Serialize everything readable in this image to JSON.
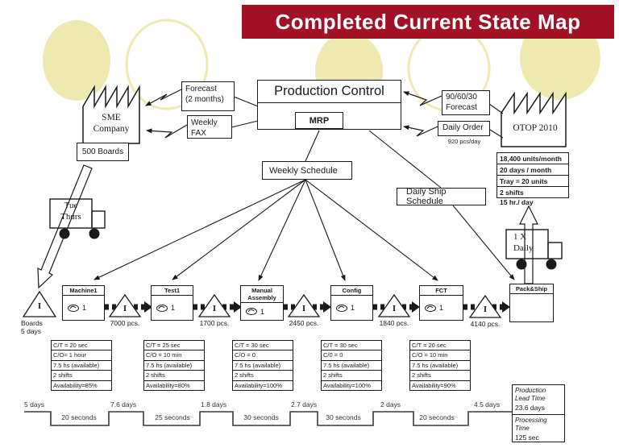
{
  "banner": {
    "title": "Completed Current State Map"
  },
  "colors": {
    "banner_bg": "#A21125",
    "banner_text": "#FFFFFF",
    "decor_circle": "#EDE9B0"
  },
  "supplier": {
    "name_l1": "SME",
    "name_l2": "Company",
    "boards": "500 Boards"
  },
  "customer": {
    "name": "OTOP 2010"
  },
  "info_left": {
    "forecast_l1": "Forecast",
    "forecast_l2": "(2 months)",
    "fax_l1": "Weekly",
    "fax_l2": "FAX"
  },
  "info_right": {
    "forecast_l1": "90/60/30",
    "forecast_l2": "Forecast",
    "daily_order": "Daily Order",
    "order_qty": "920 pcs/day"
  },
  "production_control": {
    "title": "Production Control",
    "mrp": "MRP"
  },
  "schedules": {
    "weekly": "Weekly Schedule",
    "daily_ship": "Daily Ship Schedule"
  },
  "trucks": {
    "left_l1": "Tue",
    "left_l2": "Thurs",
    "right_l1": "1 X",
    "right_l2": "Daily"
  },
  "demand": {
    "rows": [
      "18,400 units/month",
      "20 days / month",
      "Tray = 20 units",
      "2 shifts"
    ],
    "hours": "15 hr./ day"
  },
  "processes": [
    {
      "name": "Machine1",
      "operators": "1",
      "data": [
        "C/T = 20 sec",
        "C/O= 1 hour",
        "7.5 hs (available)",
        "2 shifts",
        "Availability=85%"
      ]
    },
    {
      "name": "Test1",
      "operators": "1",
      "data": [
        "C/T = 25 sec",
        "C/O = 10 min",
        "7.5 hs (available)",
        "2 shifts",
        "Availability=80%"
      ]
    },
    {
      "name": "Manual Assembly",
      "operators": "1",
      "data": [
        "C/T = 30 sec",
        "C/O = 0",
        "7.5 hs (available)",
        "2 shifts",
        "Availability=100%"
      ]
    },
    {
      "name": "Config",
      "operators": "1",
      "data": [
        "C/T = 30 sec",
        "C/0 = 0",
        "7.5 hs (available)",
        "2 shifts",
        "Availability=100%"
      ]
    },
    {
      "name": "FCT",
      "operators": "1",
      "data": [
        "C/T = 20 sec",
        "C/O = 10 min",
        "7.5 hs (available)",
        "2 shifts",
        "Availability=90%"
      ]
    },
    {
      "name": "Pack&Ship"
    }
  ],
  "inventories": [
    {
      "symbol": "I",
      "label_l1": "Boards",
      "label_l2": "5 days"
    },
    {
      "symbol": "I",
      "label": "7000 pcs."
    },
    {
      "symbol": "I",
      "label": "1700 pcs."
    },
    {
      "symbol": "I",
      "label": "2450 pcs."
    },
    {
      "symbol": "I",
      "label": "1840 pcs."
    },
    {
      "symbol": "I",
      "label": "4140 pcs."
    }
  ],
  "timeline": {
    "wait_times": [
      "5 days",
      "7.6 days",
      "1.8 days",
      "2.7 days",
      "2 days",
      "4.5 days"
    ],
    "process_times": [
      "20 seconds",
      "25 seconds",
      "30 seconds",
      "30 seconds",
      "20 seconds"
    ],
    "lead_time_label": "Production Lead Time",
    "lead_time": "23.6 days",
    "processing_label": "Processing Time",
    "processing_time": "125 sec"
  }
}
